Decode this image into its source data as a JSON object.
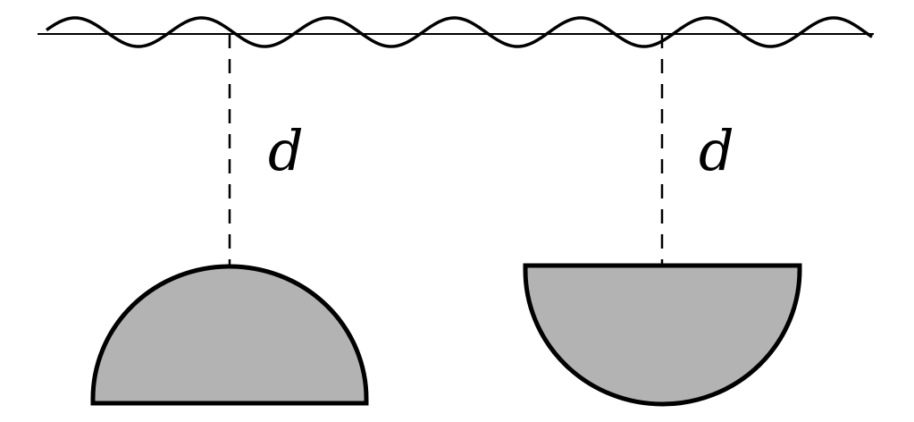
{
  "colors": {
    "background": "#ffffff",
    "stroke": "#000000",
    "body_fill": "#b3b3b3"
  },
  "labels": {
    "left_distance": "d",
    "right_distance": "d"
  },
  "figure": {
    "left_body": "hemisphere-dome-up",
    "right_body": "hemisphere-dome-down"
  }
}
